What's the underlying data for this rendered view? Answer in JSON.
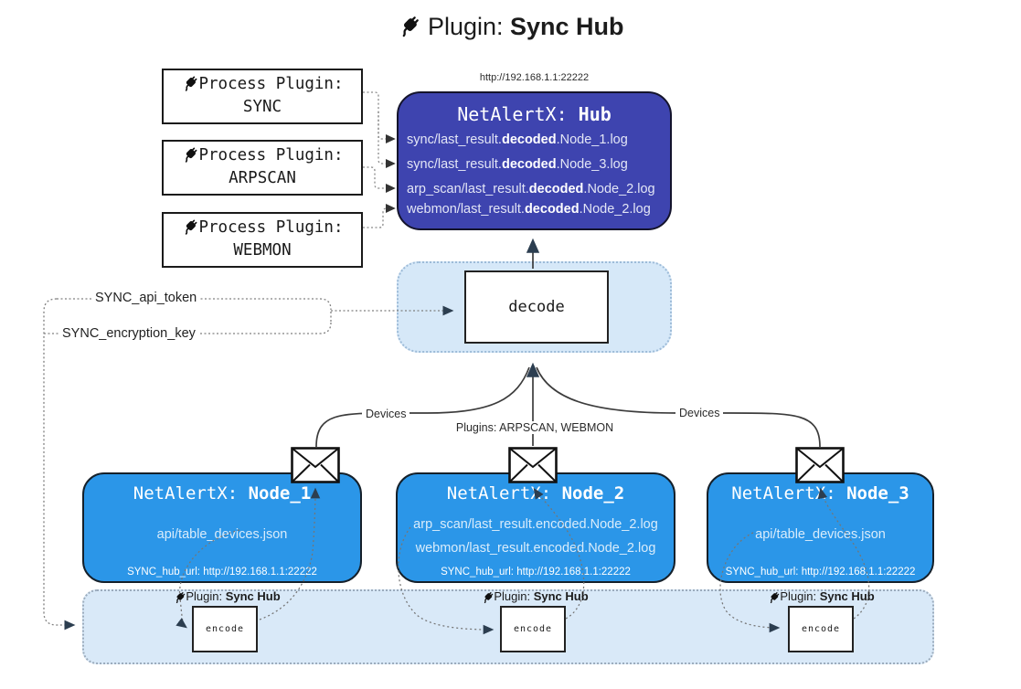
{
  "title": {
    "prefix": "Plugin: ",
    "bold": "Sync Hub"
  },
  "process_plugins": [
    {
      "line1": "Process Plugin:",
      "name": "SYNC"
    },
    {
      "line1": "Process Plugin:",
      "name": "ARPSCAN"
    },
    {
      "line1": "Process Plugin:",
      "name": "WEBMON"
    }
  ],
  "hub": {
    "url": "http://192.168.1.1:22222",
    "title_prefix": "NetAlertX: ",
    "title_bold": "Hub",
    "logs": [
      {
        "pre": "sync/last_result.",
        "bold": "decoded",
        "post": ".Node_1.log"
      },
      {
        "pre": "sync/last_result.",
        "bold": "decoded",
        "post": ".Node_3.log"
      },
      {
        "pre": "arp_scan/last_result.",
        "bold": "decoded",
        "post": ".Node_2.log"
      },
      {
        "pre": "webmon/last_result.",
        "bold": "decoded",
        "post": ".Node_2.log"
      }
    ]
  },
  "decode": {
    "label": "decode"
  },
  "tokens": {
    "api_token": "SYNC_api_token",
    "encryption_key": "SYNC_encryption_key"
  },
  "edges": {
    "devices_left": "Devices",
    "devices_right": "Devices",
    "plugins_mid": "Plugins: ARPSCAN, WEBMON"
  },
  "nodes": [
    {
      "title_prefix": "NetAlertX: ",
      "title_bold": "Node_1",
      "files": [
        "api/table_devices.json"
      ],
      "hub_url": "SYNC_hub_url: http://192.168.1.1:22222"
    },
    {
      "title_prefix": "NetAlertX: ",
      "title_bold": "Node_2",
      "files": [
        "arp_scan/last_result.encoded.Node_2.log",
        "webmon/last_result.encoded.Node_2.log"
      ],
      "hub_url": "SYNC_hub_url: http://192.168.1.1:22222"
    },
    {
      "title_prefix": "NetAlertX: ",
      "title_bold": "Node_3",
      "files": [
        "api/table_devices.json"
      ],
      "hub_url": "SYNC_hub_url: http://192.168.1.1:22222"
    }
  ],
  "encode_band": {
    "label_prefix": "Plugin: ",
    "label_bold": "Sync Hub",
    "encode_label": "encode"
  },
  "colors": {
    "hub_fill": "#3E44AF",
    "node_fill": "#2B96E8",
    "band_fill": "#D9E9F8",
    "line_dark": "#3c3c3c",
    "arrow_dark": "#2c3e50"
  }
}
